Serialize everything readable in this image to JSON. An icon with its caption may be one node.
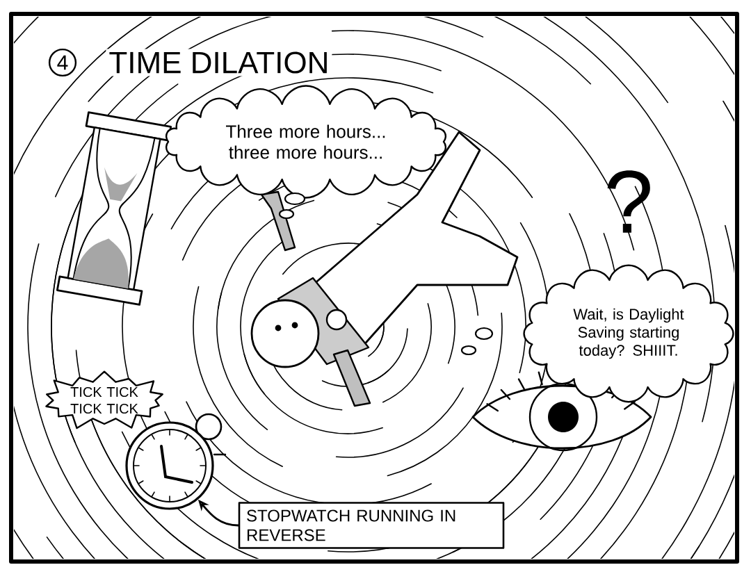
{
  "diagram": {
    "title": "TIME DILATION",
    "nodes": [
      {
        "text": [
          "4"
        ]
      },
      {
        "text": [
          "Three more hours... three more hours..."
        ]
      },
      {
        "text": [
          "Wait, is Daylight Saving starting today? SHIIIT."
        ]
      },
      {
        "text": [
          "TICK TICK TICK TICK"
        ]
      },
      {
        "text": [
          "STOPWATCH RUNNING IN REVERSE"
        ]
      },
      {
        "text": [],
        "shape": "picture"
      }
    ],
    "edges": [
      {
        "from": 4,
        "to": 5,
        "arrow": "to"
      }
    ],
    "labels": [
      "?"
    ]
  }
}
